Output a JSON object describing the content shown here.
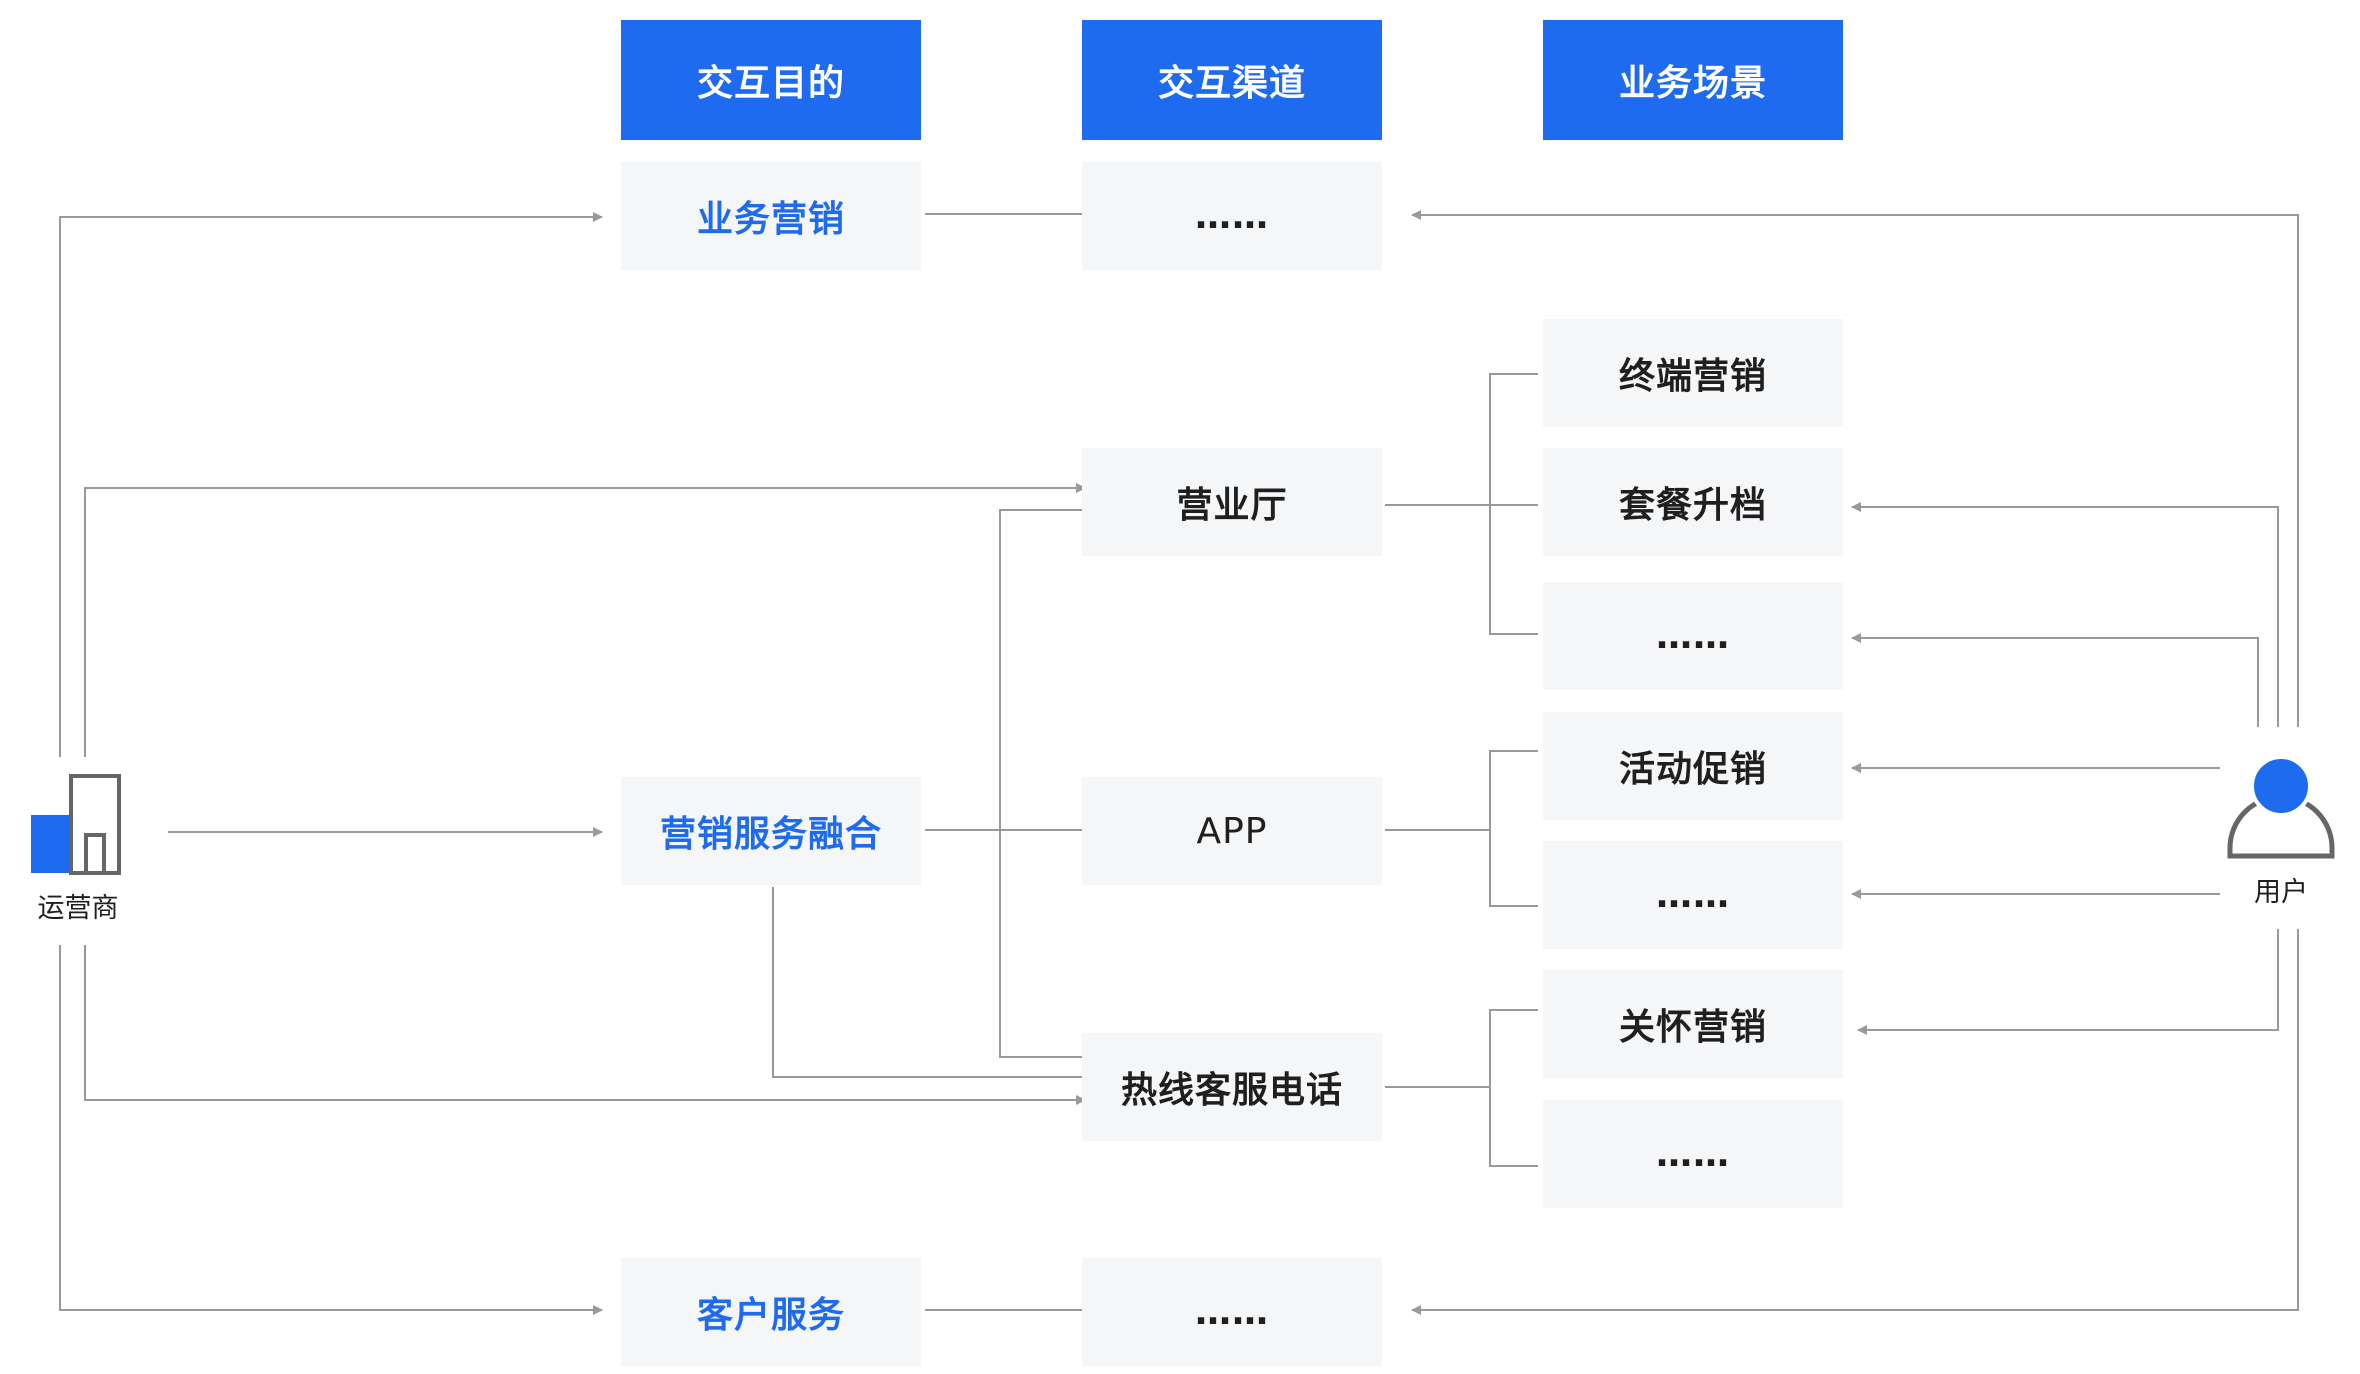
{
  "headers": {
    "purpose": "交互目的",
    "channel": "交互渠道",
    "scenario": "业务场景"
  },
  "purposes": {
    "marketing": "业务营销",
    "fusion": "营销服务融合",
    "service": "客户服务"
  },
  "channels": {
    "top_more": "……",
    "hall": "营业厅",
    "app": "APP",
    "hotline": "热线客服电话",
    "bottom_more": "……"
  },
  "scenarios": {
    "terminal": "终端营销",
    "upgrade": "套餐升档",
    "more_1": "……",
    "promo": "活动促销",
    "more_2": "……",
    "care": "关怀营销",
    "more_3": "……"
  },
  "actors": {
    "operator": "运营商",
    "user": "用户"
  },
  "colors": {
    "accent": "#1f6bef",
    "box_bg": "#f5f6f8",
    "line": "#999999"
  }
}
